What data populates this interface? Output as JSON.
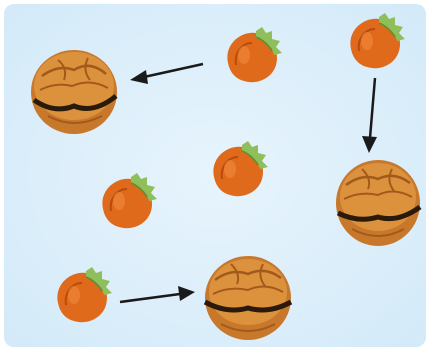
{
  "scene": {
    "background_color": "#dbeefa",
    "nut_shell_color": "#d88838",
    "hazelnut_color": "#e06a1c",
    "leaf_color": "#8fbf5a",
    "arrow_color": "#1a1a1a"
  },
  "objects": {
    "hazelnuts": 5,
    "walnuts": 3,
    "arrows": 3
  }
}
